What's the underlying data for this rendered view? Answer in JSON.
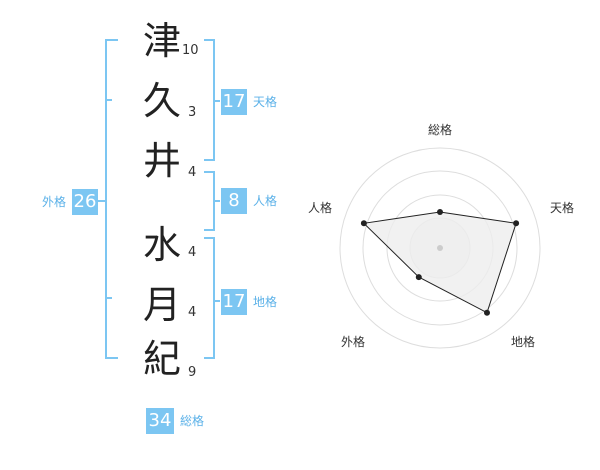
{
  "name": {
    "chars": [
      {
        "char": "津",
        "strokes": "10"
      },
      {
        "char": "久",
        "strokes": "3"
      },
      {
        "char": "井",
        "strokes": "4"
      },
      {
        "char": "水",
        "strokes": "4"
      },
      {
        "char": "月",
        "strokes": "4"
      },
      {
        "char": "紀",
        "strokes": "9"
      }
    ]
  },
  "scores": {
    "tenkaku": {
      "value": "17",
      "label": "天格"
    },
    "jinkaku": {
      "value": "8",
      "label": "人格"
    },
    "chikaku": {
      "value": "17",
      "label": "地格"
    },
    "gaikaku": {
      "value": "26",
      "label": "外格"
    },
    "soukaku": {
      "value": "34",
      "label": "総格"
    }
  },
  "radar": {
    "axes": [
      "総格",
      "天格",
      "地格",
      "外格",
      "人格"
    ],
    "values": [
      0.45,
      1.0,
      1.0,
      0.45,
      1.0
    ],
    "line_color": "#222222",
    "fill_color": "#eeeeee"
  },
  "colors": {
    "accent": "#7cc6f2",
    "bracket": "#7cc6f2"
  }
}
